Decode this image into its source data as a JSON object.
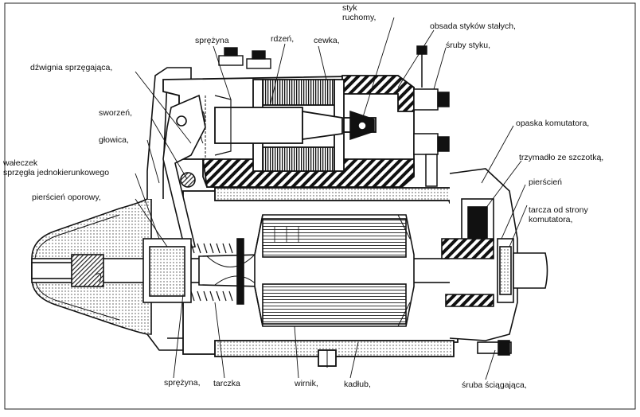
{
  "labels": {
    "styk_ruchomy": "styk\nruchomy,",
    "obsada": "obsada styków stałych,",
    "sruby_styku": "śruby styku,",
    "sprezyna_top": "sprężyna",
    "rdzen": "rdzeń,",
    "cewka": "cewka,",
    "dzwignia": "dźwignia sprzęgająca,",
    "sworzen": "sworzeń,",
    "glowica": "głowica,",
    "waleczek": "wałeczek\nsprzęgła jednokierunkowego",
    "pierscien_oporowy": "pierścień oporowy,",
    "opaska": "opaska komutatora,",
    "trzymadlo": "trzymadło ze szczotką,",
    "pierscien": "pierścień",
    "tarcza_od_strony": "tarcza od strony\nkomutatora,",
    "sprezyna_bottom": "sprężyna,",
    "tarczka": "tarczka",
    "wirnik": "wirnik,",
    "kadlub": "kadłub,",
    "sruba_sciagajaca": "śruba ściągająca,"
  }
}
